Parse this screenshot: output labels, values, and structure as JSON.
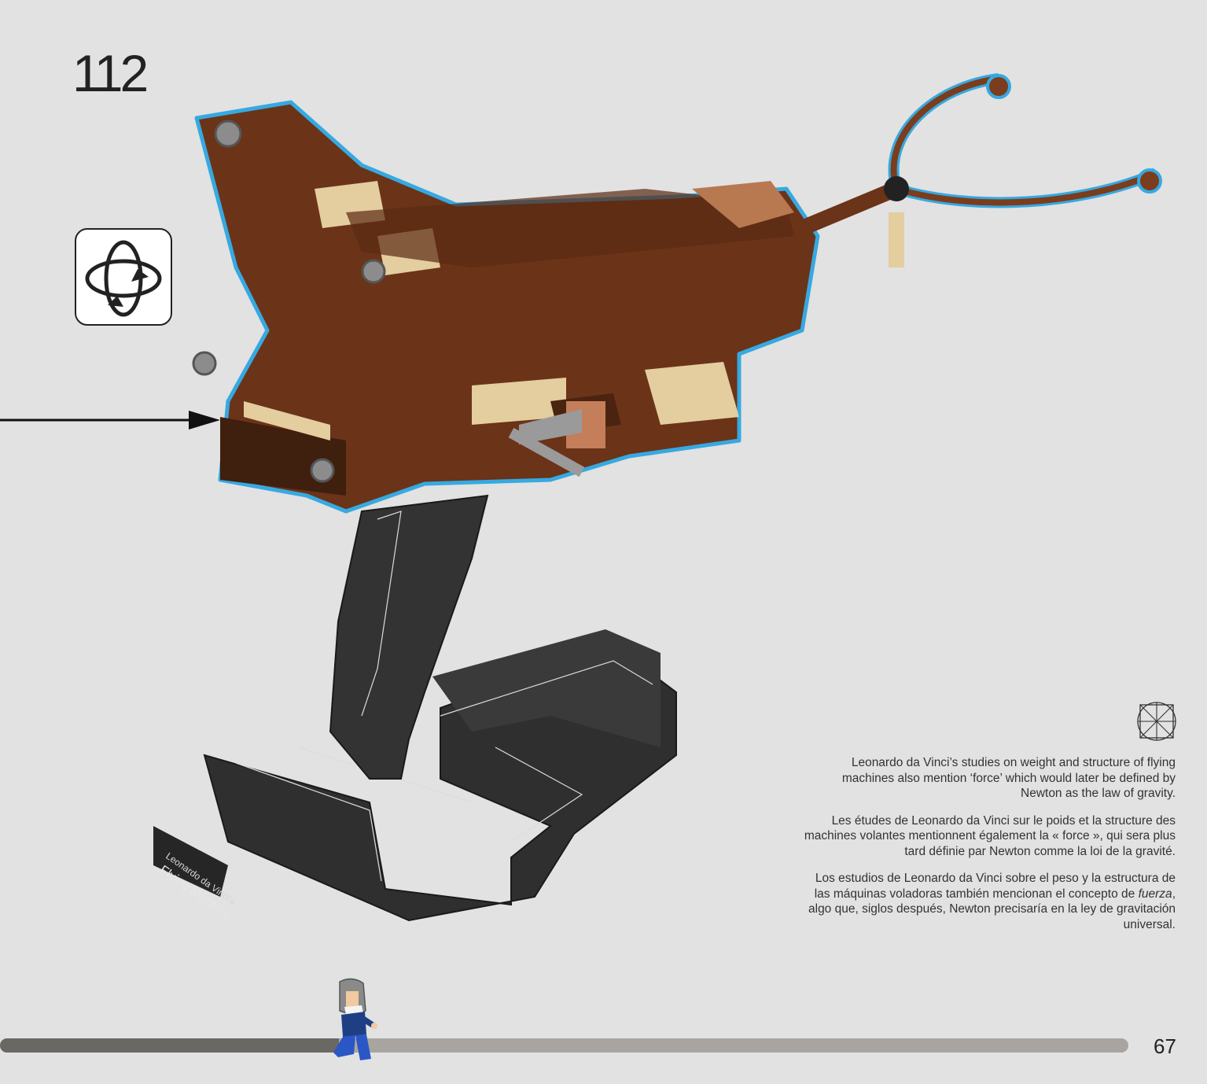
{
  "step": {
    "number": "112"
  },
  "icons": {
    "rotate": "rotate-model-icon",
    "arrow": "arrow-right-icon",
    "vitruvian": "vitruvian-circle-icon",
    "minifig": "leonardo-minifigure-icon"
  },
  "model": {
    "stand_label_line1": "Leonardo da Vinci's",
    "stand_label_line2": "Flying Machine"
  },
  "facts": {
    "en": "Leonardo da Vinci’s studies on weight and structure of flying machines also mention ‘force’ which would later be defined by Newton as the law of gravity.",
    "fr": "Les études de Leonardo da Vinci sur le poids et la structure des machines volantes mentionnent également la « force », qui sera plus tard définie par Newton comme la loi de la gravité.",
    "es_before": "Los estudios de Leonardo da Vinci sobre el peso y la estructura de las máquinas voladoras también mencionan el concepto de ",
    "es_em": "fuerza",
    "es_after": ", algo que, siglos después, Newton precisaría en la ley de gravitación universal."
  },
  "progress": {
    "fraction": 0.3
  },
  "page": {
    "number": "67"
  },
  "colors": {
    "outline": "#36a9e1",
    "brown": "#6b3318",
    "tan": "#e4cd9e",
    "black": "#2b2b2b",
    "background": "#e2e2e2"
  }
}
